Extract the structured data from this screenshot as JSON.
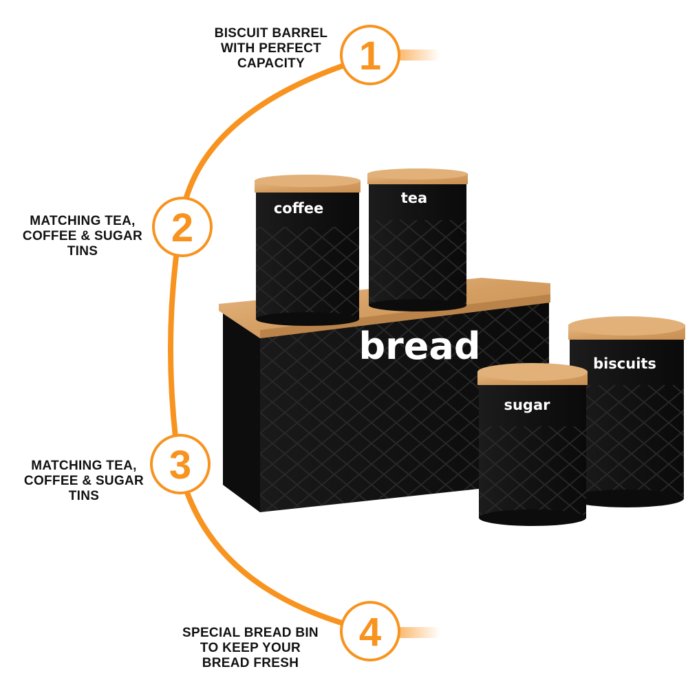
{
  "theme": {
    "accent": "#f7931e",
    "product": "#151515",
    "lid": "#d9a46a",
    "label_text": "#111111"
  },
  "features": [
    {
      "number": "1",
      "lines": [
        "BISCUIT BARREL",
        "WITH PERFECT",
        "CAPACITY"
      ]
    },
    {
      "number": "2",
      "lines": [
        "MATCHING TEA,",
        "COFFEE & SUGAR",
        "TINS"
      ]
    },
    {
      "number": "3",
      "lines": [
        "MATCHING TEA,",
        "COFFEE & SUGAR",
        "TINS"
      ]
    },
    {
      "number": "4",
      "lines": [
        "SPECIAL BREAD BIN",
        "TO KEEP YOUR",
        "BREAD FRESH"
      ]
    }
  ],
  "containers": {
    "coffee": "coffee",
    "tea": "tea",
    "bread": "bread",
    "sugar": "sugar",
    "biscuits": "biscuits"
  }
}
